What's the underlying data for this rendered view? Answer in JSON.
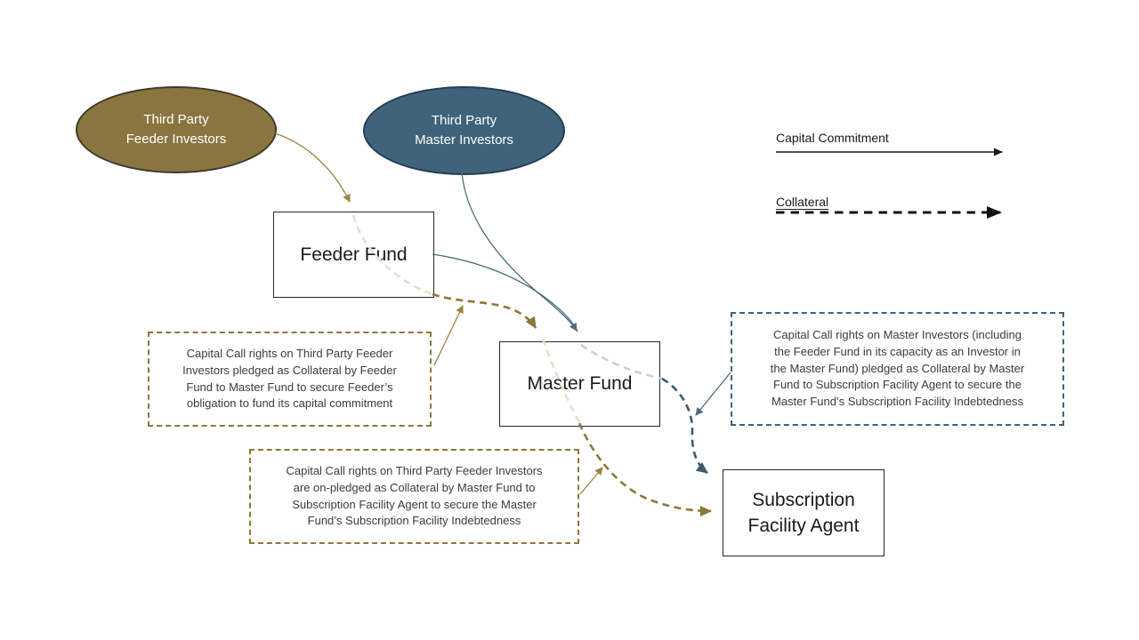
{
  "slide": {
    "background": "#ffffff"
  },
  "nodes": {
    "feeder_investors": {
      "label": "Third Party\nFeeder Investors",
      "fill": "#8A7540"
    },
    "master_investors": {
      "label": "Third Party\nMaster Investors",
      "fill": "#3E637A"
    },
    "feeder_fund": {
      "label": "Feeder Fund"
    },
    "master_fund": {
      "label": "Master Fund"
    },
    "subscription_facility_agent": {
      "label": "Subscription\nFacility Agent"
    }
  },
  "legend": {
    "capital_commitment_label": "Capital Commitment",
    "collateral_label": "Collateral"
  },
  "annotations": {
    "feeder_pledge": "Capital Call rights on Third Party Feeder\nInvestors pledged as Collateral by Feeder\nFund to Master Fund to secure Feeder’s\nobligation to fund its capital commitment",
    "on_pledge": "Capital Call rights on Third Party Feeder Investors\nare on-pledged as Collateral by Master Fund to\nSubscription Facility Agent to secure the Master\nFund’s Subscription Facility Indebtedness",
    "master_pledge": "Capital Call rights on Master Investors (including\nthe Feeder Fund in its capacity as an Investor in\nthe Master Fund) pledged as Collateral by Master\nFund to Subscription Facility Agent to secure the\nMaster Fund’s Subscription Facility Indebtedness"
  },
  "colors": {
    "gold_fill": "#8A7540",
    "gold_line": "#9A8343",
    "gold_dashed": "#8E7839",
    "gold_faded": "#E6E0CB",
    "blue_fill": "#3E637A",
    "blue_line": "#4C6B7E",
    "blue_dashed": "#3C5A6E",
    "blue_faded": "#C9D1D5",
    "black": "#1A1A1A"
  }
}
